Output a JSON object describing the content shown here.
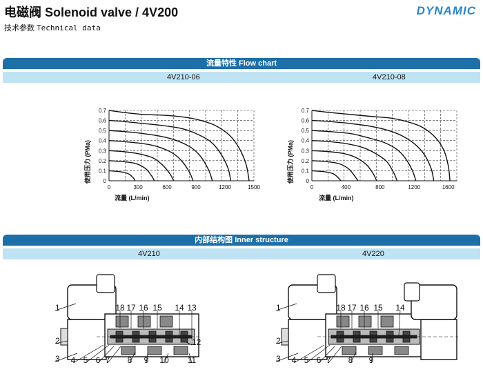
{
  "header": {
    "title": "电磁阀 Solenoid valve / 4V200",
    "subtitle_cn": "技术参数",
    "subtitle_en": "Technical data",
    "logo": "DYNAMIC"
  },
  "flow_section": {
    "title": "流量特性 Flow chart",
    "models": [
      "4V210-06",
      "4V210-08"
    ]
  },
  "inner_section": {
    "title": "内部结构图 Inner structure",
    "models": [
      "4V210",
      "4V220"
    ]
  },
  "chart_data": [
    {
      "type": "line",
      "title": "4V210-06",
      "xlabel": "流量   (L/min)",
      "ylabel": "使用压力  (PMa)",
      "xlim": [
        0,
        1500
      ],
      "ylim": [
        0,
        0.7
      ],
      "xticks": [
        0,
        300,
        600,
        900,
        1200,
        1500
      ],
      "yticks": [
        0.1,
        0.2,
        0.3,
        0.4,
        0.5,
        0.6,
        0.7
      ],
      "grid": true,
      "series": [
        {
          "p0": 0.7,
          "x": [
            0,
            150,
            350,
            600,
            800,
            950,
            1100,
            1250,
            1350,
            1420,
            1450
          ],
          "y": [
            0.7,
            0.68,
            0.66,
            0.65,
            0.63,
            0.6,
            0.55,
            0.45,
            0.32,
            0.16,
            0.0
          ]
        },
        {
          "p0": 0.6,
          "x": [
            0,
            150,
            350,
            550,
            750,
            900,
            1050,
            1150,
            1230,
            1260
          ],
          "y": [
            0.6,
            0.59,
            0.57,
            0.55,
            0.52,
            0.47,
            0.39,
            0.28,
            0.13,
            0.0
          ]
        },
        {
          "p0": 0.5,
          "x": [
            0,
            150,
            350,
            550,
            700,
            850,
            950,
            1030,
            1070
          ],
          "y": [
            0.5,
            0.49,
            0.47,
            0.44,
            0.4,
            0.33,
            0.24,
            0.11,
            0.0
          ]
        },
        {
          "p0": 0.4,
          "x": [
            0,
            150,
            350,
            500,
            650,
            750,
            830,
            870
          ],
          "y": [
            0.4,
            0.39,
            0.37,
            0.34,
            0.28,
            0.2,
            0.09,
            0.0
          ]
        },
        {
          "p0": 0.3,
          "x": [
            0,
            150,
            300,
            450,
            550,
            630,
            670
          ],
          "y": [
            0.3,
            0.29,
            0.27,
            0.23,
            0.16,
            0.07,
            0.0
          ]
        },
        {
          "p0": 0.2,
          "x": [
            0,
            150,
            280,
            380,
            440,
            470
          ],
          "y": [
            0.2,
            0.19,
            0.17,
            0.12,
            0.05,
            0.0
          ]
        },
        {
          "p0": 0.1,
          "x": [
            0,
            120,
            200,
            250,
            270
          ],
          "y": [
            0.1,
            0.09,
            0.07,
            0.03,
            0.0
          ]
        }
      ]
    },
    {
      "type": "line",
      "title": "4V210-08",
      "xlabel": "流量   (L/min)",
      "ylabel": "使用压力  (PMa)",
      "xlim": [
        0,
        1700
      ],
      "ylim": [
        0,
        0.7
      ],
      "xticks": [
        0,
        400,
        800,
        1200,
        1600
      ],
      "yticks": [
        0.1,
        0.2,
        0.3,
        0.4,
        0.5,
        0.6,
        0.7
      ],
      "grid": true,
      "series": [
        {
          "p0": 0.7,
          "x": [
            0,
            200,
            450,
            700,
            950,
            1150,
            1300,
            1450,
            1550,
            1600,
            1620
          ],
          "y": [
            0.7,
            0.68,
            0.66,
            0.64,
            0.62,
            0.58,
            0.53,
            0.43,
            0.3,
            0.15,
            0.0
          ]
        },
        {
          "p0": 0.6,
          "x": [
            0,
            200,
            450,
            700,
            900,
            1050,
            1200,
            1320,
            1400,
            1430
          ],
          "y": [
            0.6,
            0.59,
            0.57,
            0.54,
            0.5,
            0.45,
            0.37,
            0.26,
            0.12,
            0.0
          ]
        },
        {
          "p0": 0.5,
          "x": [
            0,
            200,
            450,
            650,
            850,
            1000,
            1100,
            1180,
            1220
          ],
          "y": [
            0.5,
            0.49,
            0.47,
            0.43,
            0.38,
            0.31,
            0.22,
            0.1,
            0.0
          ]
        },
        {
          "p0": 0.4,
          "x": [
            0,
            200,
            400,
            600,
            750,
            880,
            960,
            1000
          ],
          "y": [
            0.4,
            0.39,
            0.37,
            0.33,
            0.27,
            0.19,
            0.08,
            0.0
          ]
        },
        {
          "p0": 0.3,
          "x": [
            0,
            200,
            380,
            520,
            640,
            720,
            760
          ],
          "y": [
            0.3,
            0.29,
            0.27,
            0.23,
            0.16,
            0.07,
            0.0
          ]
        },
        {
          "p0": 0.2,
          "x": [
            0,
            180,
            320,
            430,
            500,
            540
          ],
          "y": [
            0.2,
            0.19,
            0.17,
            0.12,
            0.05,
            0.0
          ]
        },
        {
          "p0": 0.1,
          "x": [
            0,
            150,
            250,
            310,
            340
          ],
          "y": [
            0.1,
            0.09,
            0.07,
            0.03,
            0.0
          ]
        }
      ]
    }
  ],
  "diagrams": [
    {
      "model": "4V210",
      "callouts_top": [
        "18",
        "17",
        "16",
        "15",
        "14",
        "13"
      ],
      "callouts_left": [
        "1",
        "2",
        "3"
      ],
      "callouts_bottom": [
        "4",
        "5",
        "6",
        "7",
        "8",
        "9",
        "10",
        "11"
      ],
      "callouts_right": [
        "12"
      ]
    },
    {
      "model": "4V220",
      "callouts_top": [
        "18",
        "17",
        "16",
        "15",
        "14"
      ],
      "callouts_left": [
        "1",
        "2",
        "3"
      ],
      "callouts_bottom": [
        "4",
        "5",
        "6",
        "7",
        "8",
        "9"
      ],
      "callouts_right": []
    }
  ]
}
